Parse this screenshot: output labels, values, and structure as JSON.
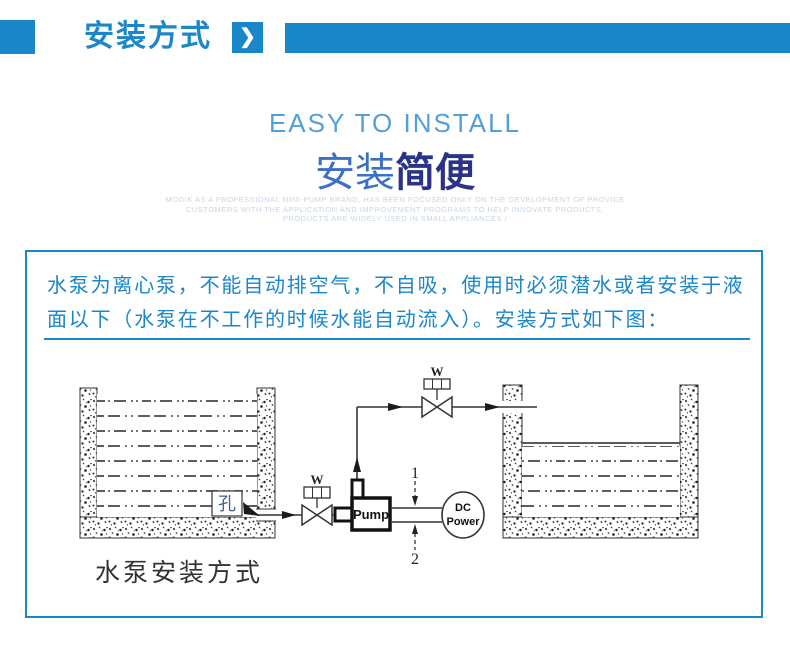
{
  "colors": {
    "accent": "#1b87c9",
    "lightblue": "#539fd8",
    "midblue": "#3d6fc4",
    "navy": "#2a3387",
    "faint": "#c9d5e6",
    "ink": "#333333"
  },
  "header": {
    "title": "安装方式",
    "chevron_glyph": "❯"
  },
  "hero": {
    "subtitle": "EASY TO INSTALL",
    "title_light": "安装",
    "title_dark": "简便",
    "smallprint_lines": [
      "MOGIK AS A PROFESSIONAL MINI-PUMP BRAND, HAS BEEN FOCUSED ONLY ON THE DEVELOPMENT OF PROVIDE",
      "CUSTOMERS WITH THE APPLICATION AND IMPROVEMENT PROGRAMS TO HELP INNOVATE PRODUCTS,",
      "PRODUCTS ARE WIDELY USED IN SMALL APPLIANCES /"
    ]
  },
  "panel": {
    "body_lines": [
      "水泵为离心泵，不能自动排空气，不自吸，使用时必须潜水或者安装于液",
      "面以下（水泵在不工作的时候水能自动流入）。安装方式如下图："
    ],
    "diagram": {
      "valve_top_label": "W",
      "valve_left_label": "W",
      "pump_label": "Pump",
      "motor_label_line1": "DC",
      "motor_label_line2": "Power",
      "port_label_1": "1",
      "port_label_2": "2",
      "hole_label": "孔",
      "caption": "水泵安装方式"
    }
  }
}
